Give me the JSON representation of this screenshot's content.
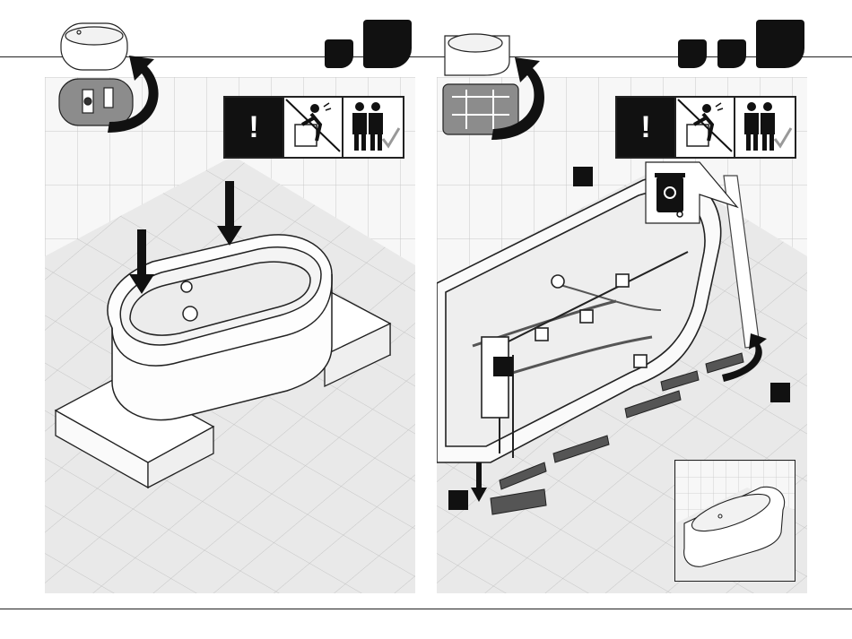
{
  "page": {
    "left_panel": {
      "step_icons": [
        "small-step-badge",
        "large-step-badge"
      ],
      "warning_strip": {
        "warning_symbol": "!",
        "icons": [
          "exclamation-icon",
          "no-lifting-alone-icon",
          "two-person-lift-icon"
        ]
      }
    },
    "right_panel": {
      "step_icons": [
        "small-step-badge",
        "small-step-badge",
        "large-step-badge"
      ],
      "warning_strip": {
        "warning_symbol": "!",
        "icons": [
          "exclamation-icon",
          "no-lifting-alone-icon",
          "two-person-lift-icon"
        ]
      },
      "callouts": [
        "recycle-bin-icon",
        "step-marker",
        "step-marker",
        "step-marker",
        "step-marker"
      ]
    }
  },
  "colors": {
    "ink": "#111111",
    "tile_line": "#bdbdbd",
    "floor": "#eaeaea",
    "paper": "#ffffff"
  }
}
